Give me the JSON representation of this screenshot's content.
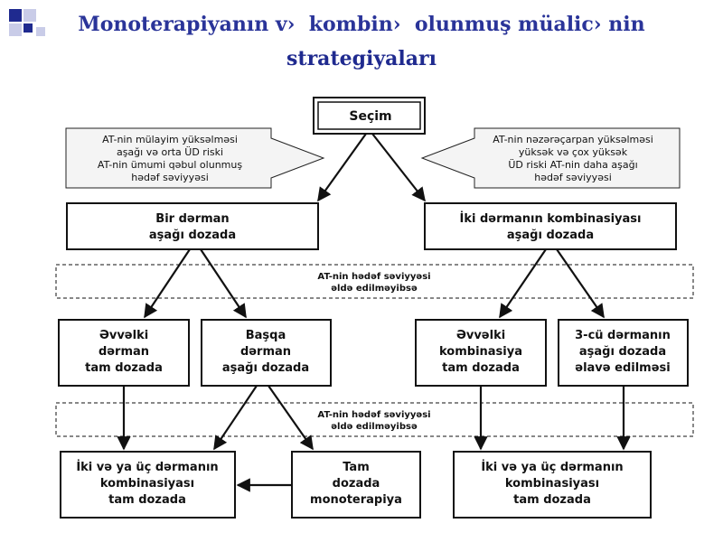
{
  "slide": {
    "title_line1_a": "Monoterapiyanın v›",
    "title_line1_b": "kombin›",
    "title_line1_c": "olunmuş müalic›",
    "title_line1_d": "nin",
    "title_line2": "strategiyaları",
    "accent_color": "#1f2a8f"
  },
  "diagram": {
    "choice": "Seçim",
    "left_note": [
      "AT-nin mülayim yüksəlməsi",
      "aşağı və orta ÜD riski",
      "AT-nin ümumi qəbul olunmuş",
      "hədəf səviyyəsi"
    ],
    "right_note": [
      "AT-nin nəzərəçarpan yüksəlməsi",
      "yüksək və çox yüksək",
      "ÜD riski AT-nin daha aşağı",
      "hədəf səviyyəsi"
    ],
    "mono_low": [
      "Bir dərman",
      "aşağı dozada"
    ],
    "combo_low": [
      "İki dərmanın kombinasiyası",
      "aşağı dozada"
    ],
    "band1": [
      "AT-nin hədəf səviyyəsi",
      "əldə edilməyibsə"
    ],
    "band2": [
      "AT-nin hədəf səviyyəsi",
      "əldə edilməyibsə"
    ],
    "prev_drug_full": [
      "Əvvəlki",
      "dərman",
      "tam dozada"
    ],
    "other_drug_low": [
      "Başqa",
      "dərman",
      "aşağı dozada"
    ],
    "prev_combo_full": [
      "Əvvəlki",
      "kombinasiya",
      "tam dozada"
    ],
    "third_drug_low": [
      "3-cü dərmanın",
      "aşağı dozada",
      "əlavə edilməsi"
    ],
    "combo_full_left": [
      "İki və ya üç dərmanın",
      "kombinasiyası",
      "tam dozada"
    ],
    "mono_full": [
      "Tam",
      "dozada",
      "monoterapiya"
    ],
    "combo_full_right": [
      "İki və ya üç dərmanın",
      "kombinasiyası",
      "tam dozada"
    ]
  }
}
